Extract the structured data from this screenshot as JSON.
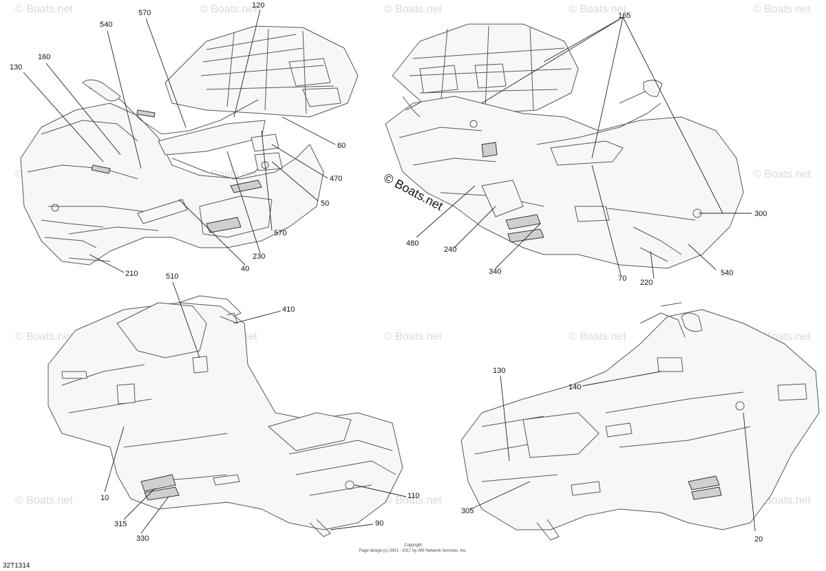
{
  "watermark_text": "© Boats.net",
  "center_brand": "© Boats.net",
  "copyright": {
    "line1": "Copyright",
    "line2": "Page design (c) 2001 - 2017 by ARI Network Services, Inc."
  },
  "diagram_code": "32T1314",
  "callouts": {
    "c130a": "130",
    "c160": "160",
    "c540a": "540",
    "c570a": "570",
    "c120": "120",
    "c60": "60",
    "c470": "470",
    "c50": "50",
    "c570b": "570",
    "c230": "230",
    "c40": "40",
    "c210": "210",
    "c165": "165",
    "c300": "300",
    "c480": "480",
    "c240": "240",
    "c340": "340",
    "c70": "70",
    "c220": "220",
    "c540b": "540",
    "c510": "510",
    "c410": "410",
    "c10": "10",
    "c315": "315",
    "c330": "330",
    "c110": "110",
    "c90": "90",
    "c130b": "130",
    "c140": "140",
    "c305": "305",
    "c20": "20"
  },
  "colors": {
    "line": "#222222",
    "sketch": "#555555",
    "watermark": "#d9d9d9"
  }
}
